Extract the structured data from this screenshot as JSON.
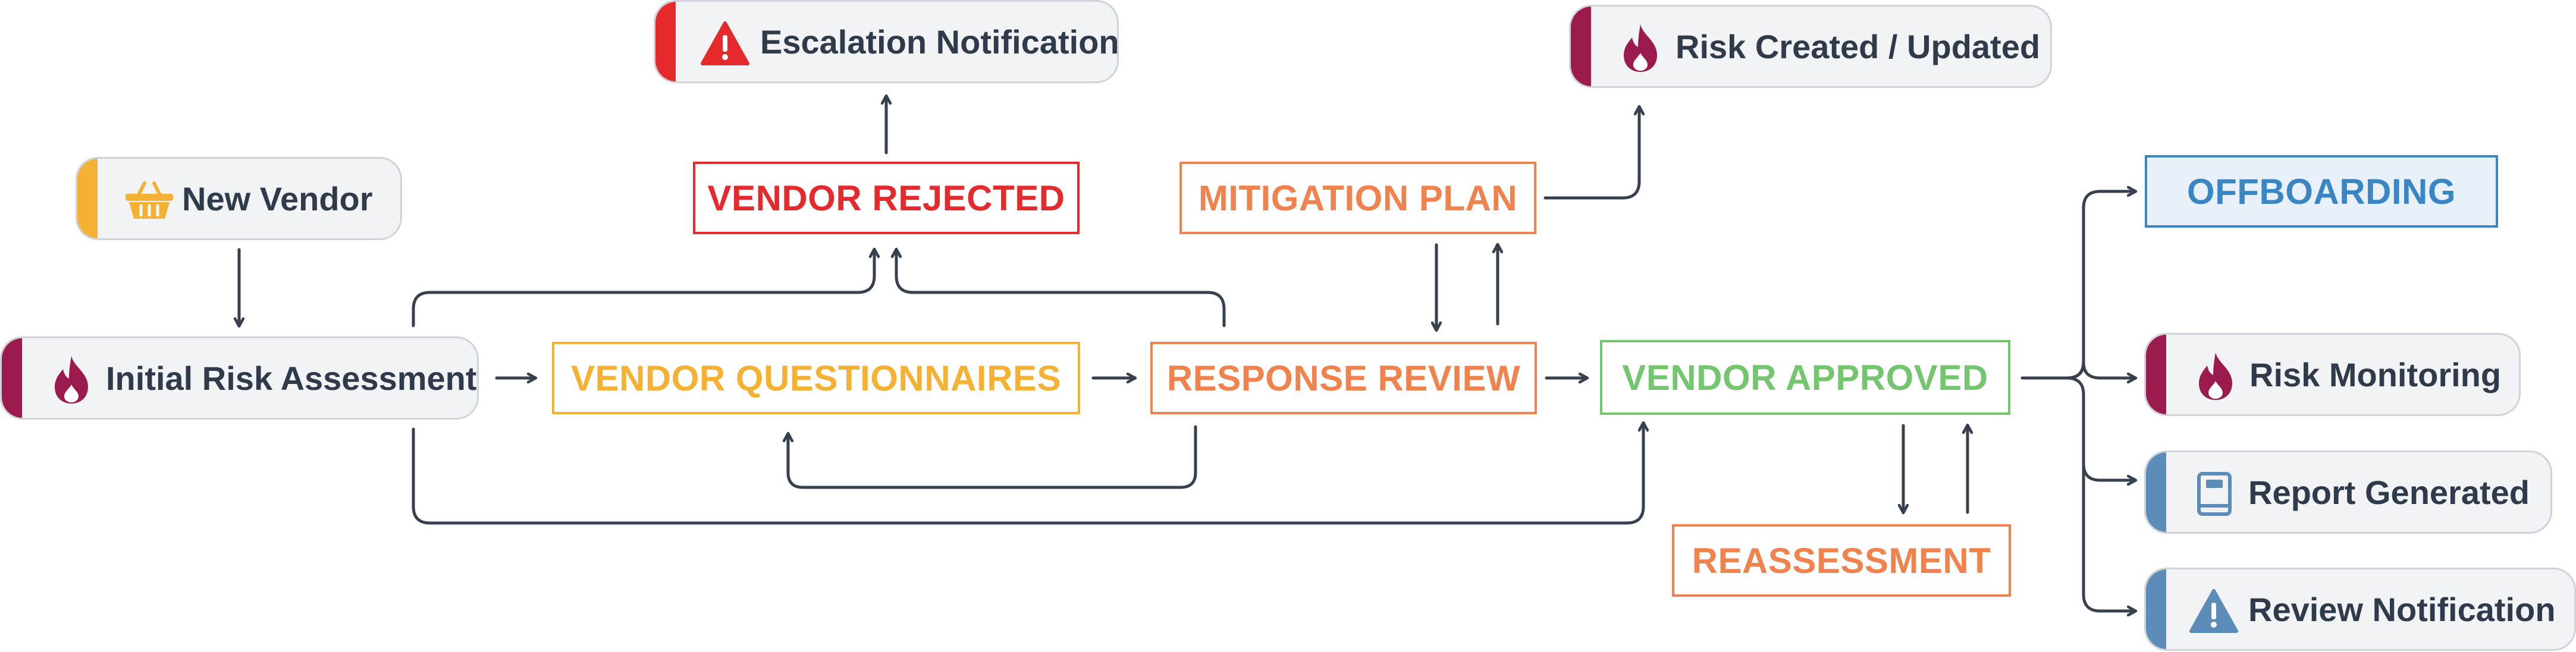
{
  "colors": {
    "connector": "#36404f",
    "pill_bg": "#f2f3f4",
    "pill_border": "#d0d3d7",
    "pill_text": "#2f3a4a",
    "red": "#e42a2d",
    "orange": "#f0824e",
    "yellow": "#f5b133",
    "green": "#74c66e",
    "blue": "#3a86c4",
    "blue_fill": "#e8f1fa",
    "maroon": "#9b1b4e",
    "steel": "#5b8db8"
  },
  "pills": {
    "new_vendor": {
      "label": "New Vendor",
      "icon": "basket-icon"
    },
    "initial_risk_assessment": {
      "label": "Initial Risk Assessment",
      "icon": "flame-icon"
    },
    "escalation_notification": {
      "label": "Escalation Notification",
      "icon": "warning-icon"
    },
    "risk_created_updated": {
      "label": "Risk Created / Updated",
      "icon": "flame-icon"
    },
    "risk_monitoring": {
      "label": "Risk Monitoring",
      "icon": "flame-icon"
    },
    "report_generated": {
      "label": "Report Generated",
      "icon": "book-icon"
    },
    "review_notification": {
      "label": "Review Notification",
      "icon": "warning-icon"
    }
  },
  "boxes": {
    "vendor_questionnaires": "VENDOR QUESTIONNAIRES",
    "response_review": "RESPONSE REVIEW",
    "vendor_rejected": "VENDOR REJECTED",
    "mitigation_plan": "MITIGATION PLAN",
    "vendor_approved": "VENDOR APPROVED",
    "reassessment": "REASSESSMENT",
    "offboarding": "OFFBOARDING"
  }
}
